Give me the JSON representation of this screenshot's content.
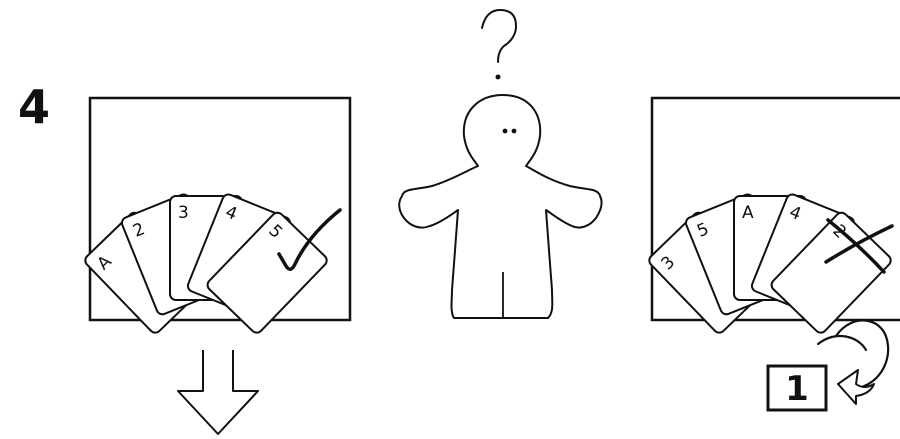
{
  "step": {
    "number": "4"
  },
  "panels": {
    "correct": {
      "cards": [
        "A",
        "2",
        "3",
        "4",
        "5"
      ],
      "status_icon": "checkmark-icon"
    },
    "incorrect": {
      "cards": [
        "3",
        "5",
        "A",
        "4",
        "2"
      ],
      "status_icon": "cross-icon"
    }
  },
  "character": {
    "icon": "question-mark-icon"
  },
  "actions": {
    "repeat_step": "1",
    "next_icon": "down-arrow-icon",
    "repeat_icon": "circular-arrow-icon"
  },
  "colors": {
    "ink": "#111111",
    "background": "#ffffff"
  }
}
